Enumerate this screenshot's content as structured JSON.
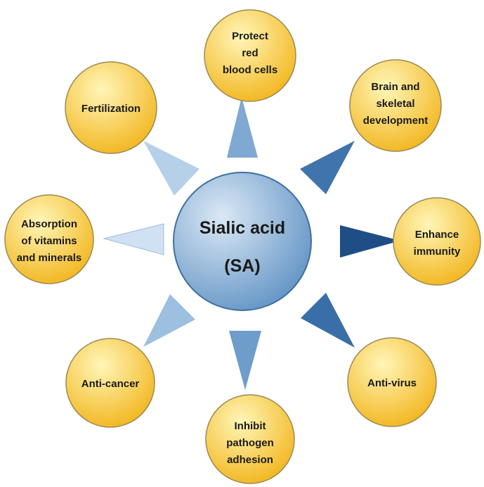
{
  "center": {
    "lines": [
      "Sialic acid",
      "(SA)"
    ]
  },
  "nodes": [
    {
      "id": "protect-red-blood-cells",
      "lines": [
        "Protect",
        "red",
        "blood cells"
      ]
    },
    {
      "id": "brain-skeletal-development",
      "lines": [
        "Brain and",
        "skeletal",
        "development"
      ]
    },
    {
      "id": "enhance-immunity",
      "lines": [
        "Enhance",
        "immunity"
      ]
    },
    {
      "id": "anti-virus",
      "lines": [
        "Anti-virus"
      ]
    },
    {
      "id": "inhibit-pathogen-adhesion",
      "lines": [
        "Inhibit",
        "pathogen",
        "adhesion"
      ]
    },
    {
      "id": "anti-cancer",
      "lines": [
        "Anti-cancer"
      ]
    },
    {
      "id": "absorption-vitamins-minerals",
      "lines": [
        "Absorption",
        "of vitamins",
        "and minerals"
      ]
    },
    {
      "id": "fertilization",
      "lines": [
        "Fertilization"
      ]
    }
  ],
  "colors": {
    "center_light": "#dbe8f5",
    "center_dark": "#5b8fc2",
    "center_stroke": "#3f6f9f",
    "node_light": "#fff6b8",
    "node_dark": "#f2b51c",
    "node_stroke": "#9a8a55",
    "arrow_light": "#cfe1f3",
    "arrow_dark": "#1f4e86"
  }
}
